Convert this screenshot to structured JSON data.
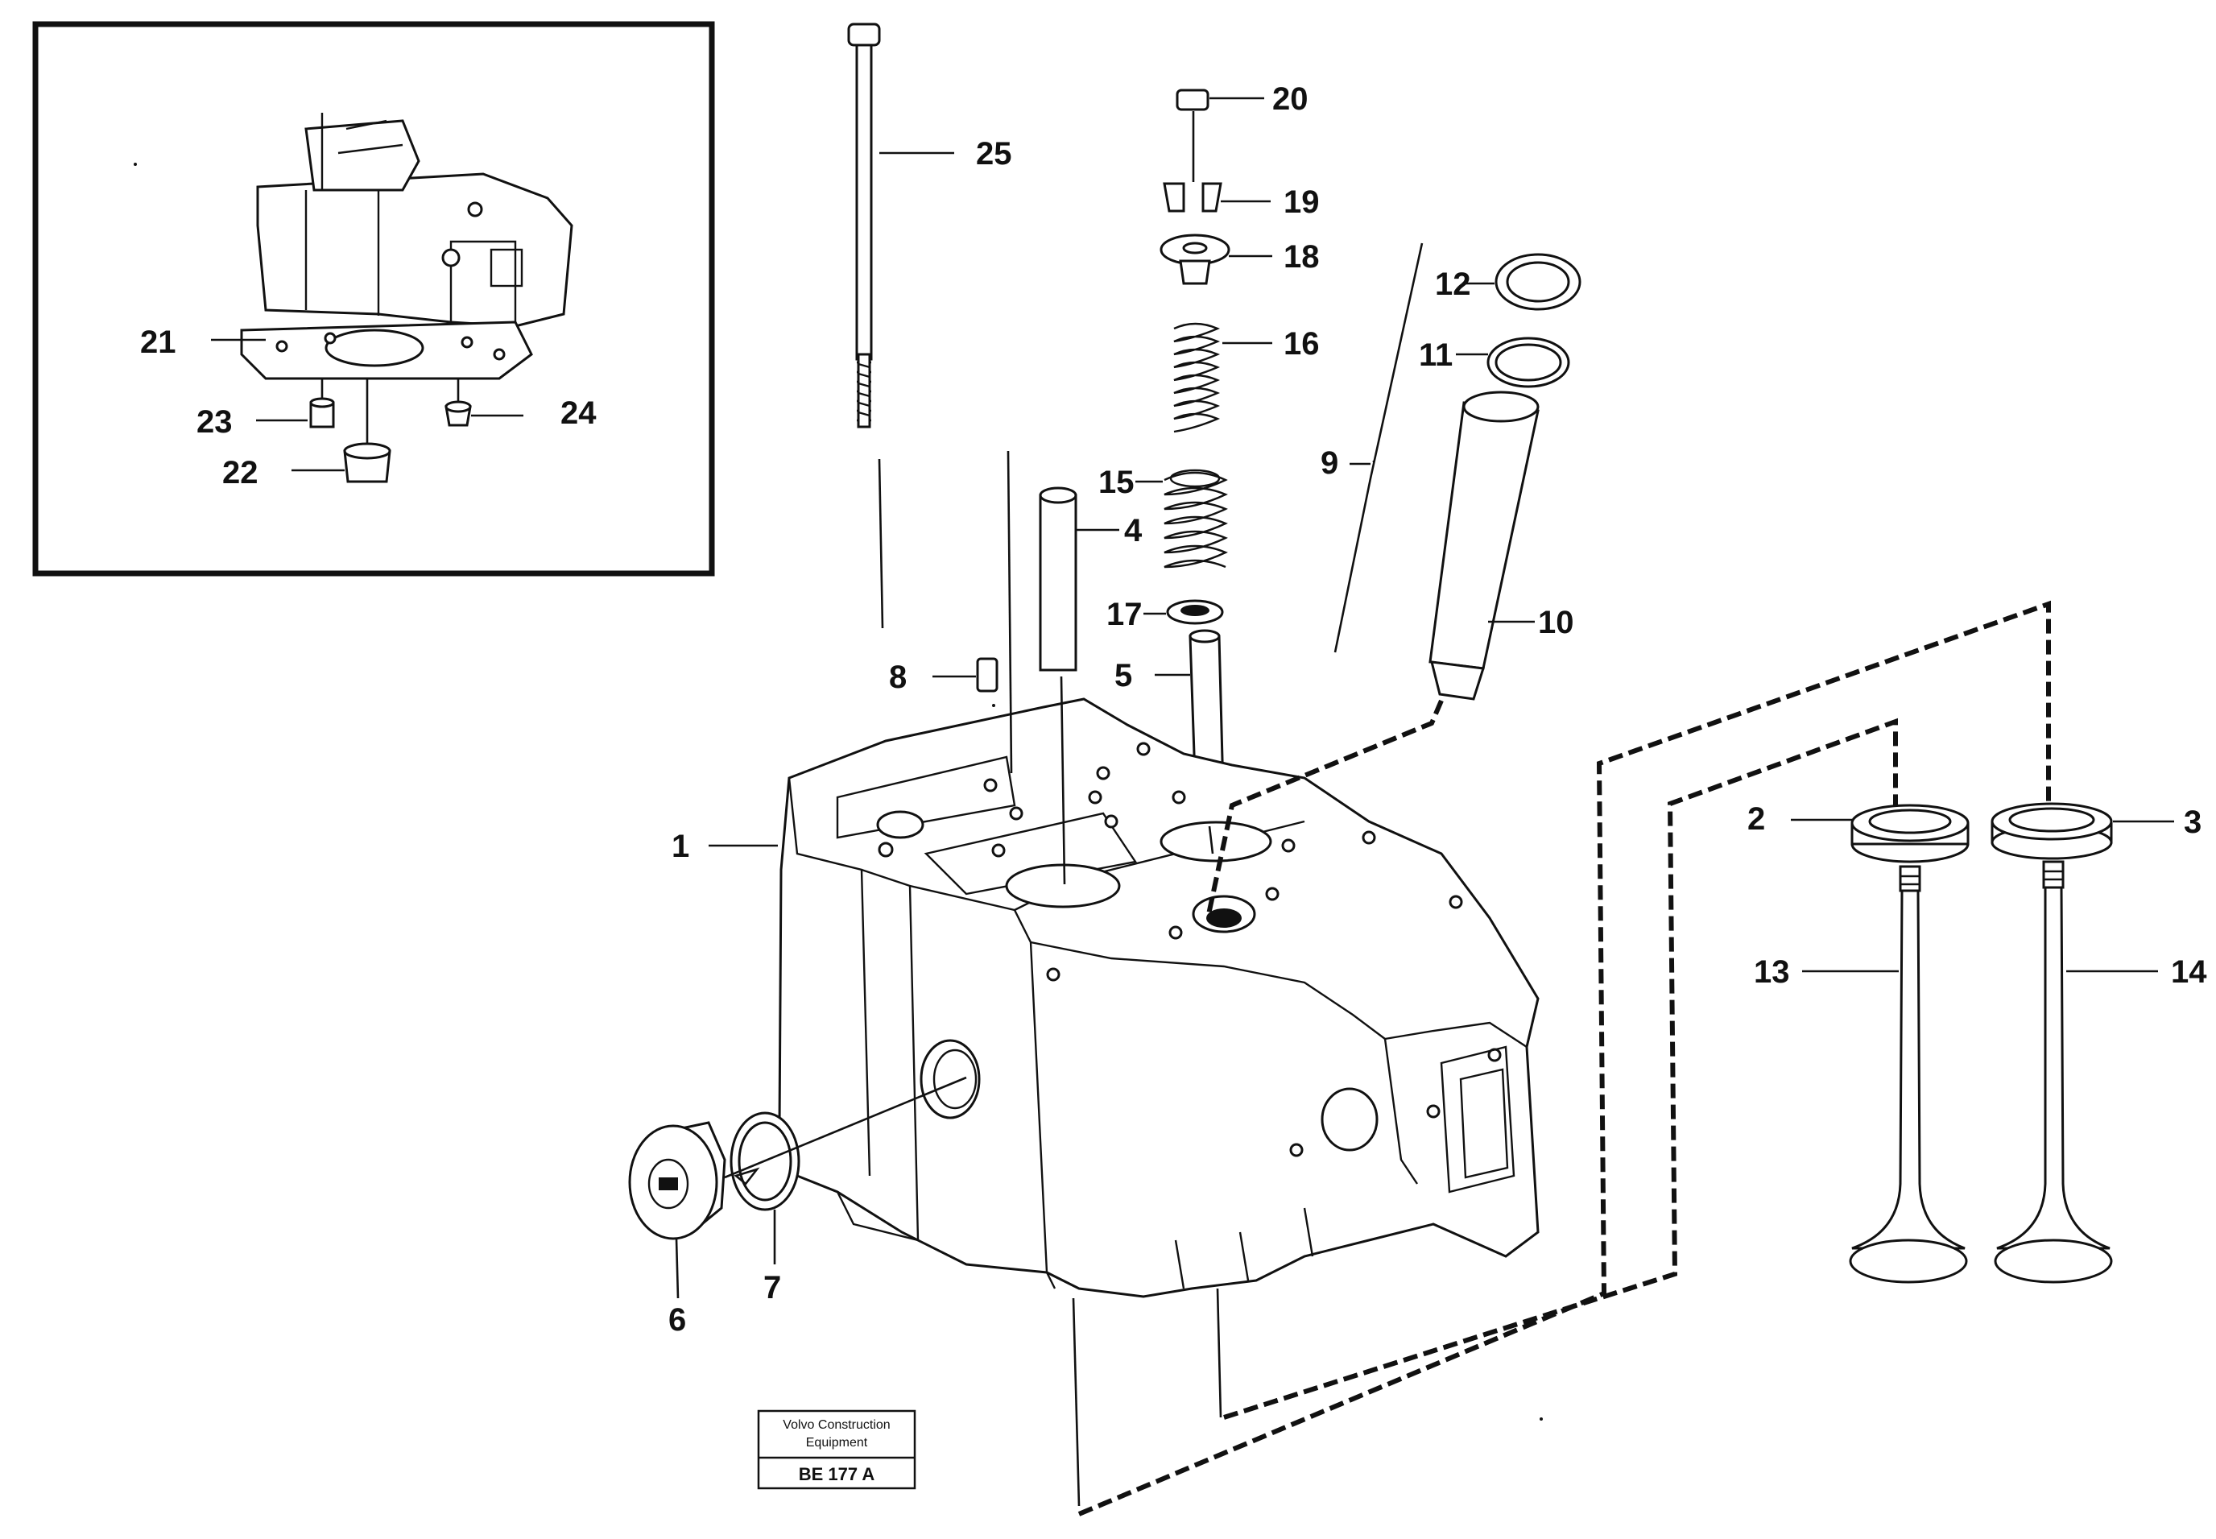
{
  "callouts": {
    "c1": "1",
    "c2": "2",
    "c3": "3",
    "c4": "4",
    "c5": "5",
    "c6": "6",
    "c7": "7",
    "c8": "8",
    "c9": "9",
    "c10": "10",
    "c11": "11",
    "c12": "12",
    "c13": "13",
    "c14": "14",
    "c15": "15",
    "c16": "16",
    "c17": "17",
    "c18": "18",
    "c19": "19",
    "c20": "20",
    "c21": "21",
    "c22": "22",
    "c23": "23",
    "c24": "24",
    "c25": "25"
  },
  "stamp": {
    "line1": "Volvo Construction",
    "line2": "Equipment",
    "code": "BE 177 A"
  }
}
